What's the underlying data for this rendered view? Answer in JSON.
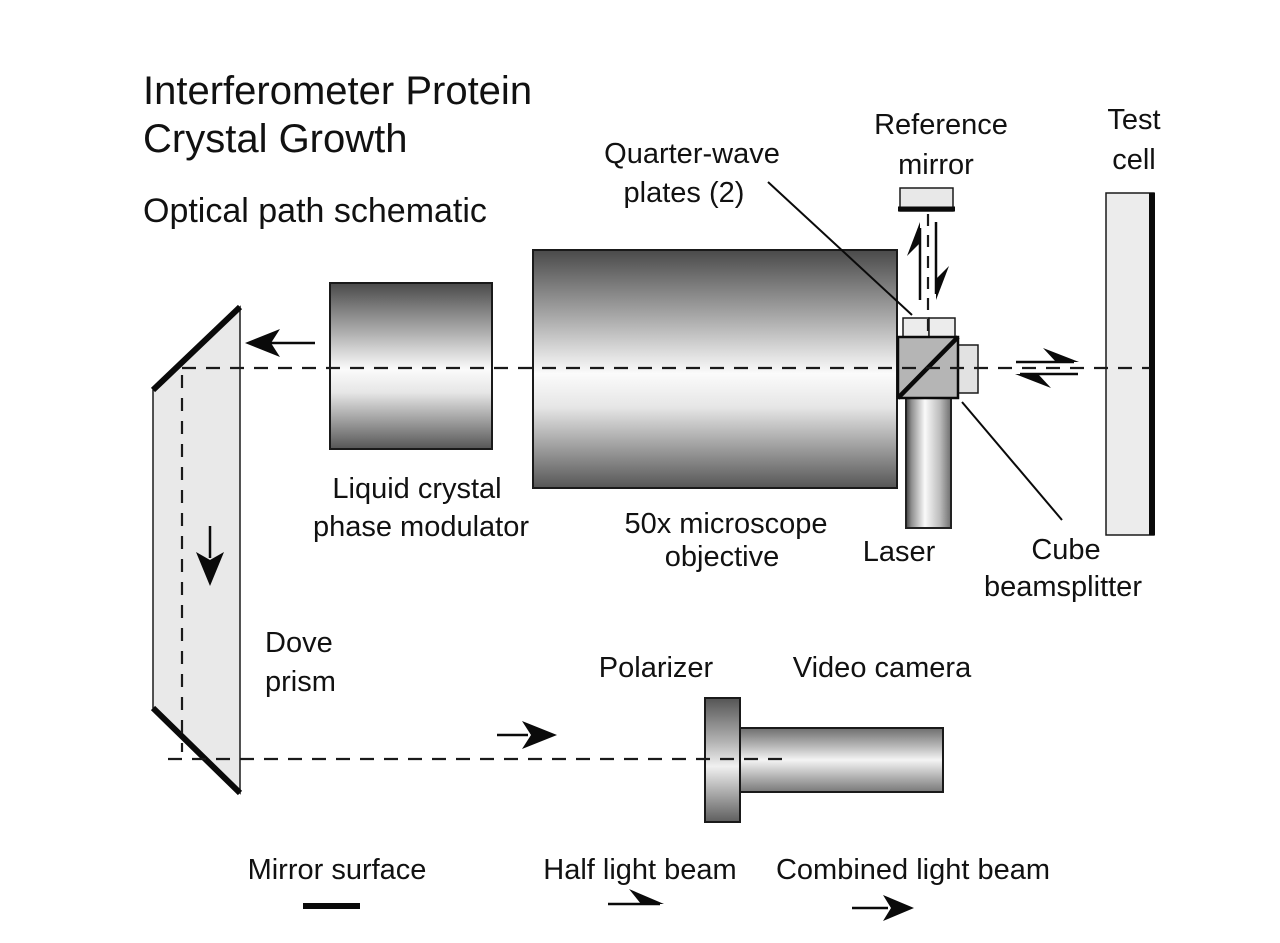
{
  "title": {
    "line1": "Interferometer Protein",
    "line2": "Crystal Growth"
  },
  "subtitle": "Optical path schematic",
  "labels": {
    "quarter_wave_plates": {
      "line1": "Quarter-wave",
      "line2": "plates (2)"
    },
    "reference_mirror": {
      "line1": "Reference",
      "line2": "mirror"
    },
    "test_cell": {
      "line1": "Test",
      "line2": "cell"
    },
    "liquid_crystal_phase_modulator": {
      "line1": "Liquid crystal",
      "line2": "phase modulator"
    },
    "microscope_objective": {
      "line1": "50x microscope",
      "line2": "objective"
    },
    "laser": "Laser",
    "cube_beamsplitter": {
      "line1": "Cube",
      "line2": "beamsplitter"
    },
    "dove_prism": {
      "line1": "Dove",
      "line2": "prism"
    },
    "polarizer": "Polarizer",
    "video_camera": "Video camera"
  },
  "legend": {
    "mirror_surface": "Mirror surface",
    "half_light_beam": "Half light beam",
    "combined_light_beam": "Combined light beam"
  },
  "colors": {
    "background": "#ffffff",
    "text": "#111111",
    "line": "#1a1a1a",
    "light_gray_fill": "#ececec",
    "cube_fill": "#b5b5b5"
  }
}
